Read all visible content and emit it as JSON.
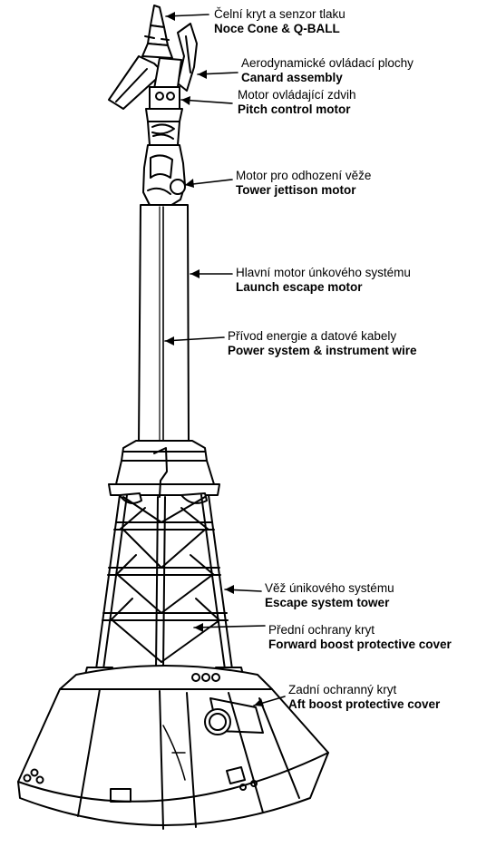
{
  "labels": [
    {
      "cz": "Čelní kryt a senzor tlaku",
      "en": "Noce Cone & Q-BALL"
    },
    {
      "cz": "Aerodynamické ovládací plochy",
      "en": "Canard assembly"
    },
    {
      "cz": "Motor ovládající zdvih",
      "en": "Pitch control motor"
    },
    {
      "cz": "Motor pro odhození věže",
      "en": "Tower jettison motor"
    },
    {
      "cz": "Hlavní motor únkového systému",
      "en": "Launch escape motor"
    },
    {
      "cz": "Přívod energie a datové kabely",
      "en": "Power system & instrument wire"
    },
    {
      "cz": "Věž únikového systému",
      "en": "Escape system tower"
    },
    {
      "cz": "Přední ochrany kryt",
      "en": "Forward boost protective cover"
    },
    {
      "cz": "Zadní ochranný kryt",
      "en": "Aft boost protective cover"
    }
  ]
}
